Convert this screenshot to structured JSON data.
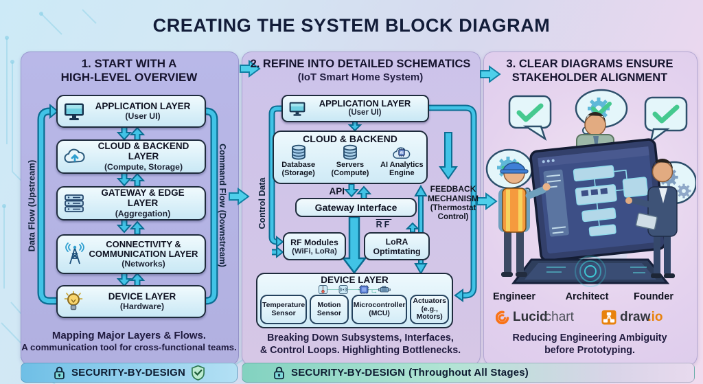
{
  "title": "CREATING THE SYSTEM BLOCK DIAGRAM",
  "colors": {
    "arrow_fill": "#41c3e6",
    "arrow_outline": "#0a6d92",
    "box_border": "#1e2b3c",
    "title_color": "#121c38",
    "lucidchart_orange": "#f97316",
    "drawio_orange": "#e8820c",
    "security_bar_blue": "#6fbfe6",
    "security_bar_green": "#82d2c0"
  },
  "panel1": {
    "heading_line1": "1. START WITH A",
    "heading_line2": "HIGH-LEVEL OVERVIEW",
    "left_flow_label": "Data Flow (Upstream)",
    "right_flow_label": "Command Flow (Downstream)",
    "layers": [
      {
        "title": "APPLICATION LAYER",
        "subtitle": "(User UI)",
        "icon": "monitor-icon"
      },
      {
        "title": "CLOUD & BACKEND LAYER",
        "subtitle": "(Compute, Storage)",
        "icon": "cloud-upload-icon"
      },
      {
        "title": "GATEWAY & EDGE LAYER",
        "subtitle": "(Aggregation)",
        "icon": "server-stack-icon"
      },
      {
        "title": "CONNECTIVITY & COMMUNICATION LAYER",
        "subtitle": "(Networks)",
        "icon": "antenna-icon"
      },
      {
        "title": "DEVICE LAYER",
        "subtitle": "(Hardware)",
        "icon": "lightbulb-icon"
      }
    ],
    "caption_line1": "Mapping Major Layers & Flows.",
    "caption_line2": "A communication tool for cross-functional teams."
  },
  "panel2": {
    "heading_line1": "2. REFINE INTO DETAILED SCHEMATICS",
    "heading_line2": "(IoT Smart Home System)",
    "control_data_label": "Control Data",
    "app_layer": {
      "title": "APPLICATION LAYER",
      "subtitle": "(User UI)",
      "icon": "monitor-icon"
    },
    "cloud_backend": {
      "title": "CLOUD & BACKEND",
      "items": [
        {
          "line1": "Database",
          "line2": "(Storage)",
          "icon": "database-icon"
        },
        {
          "line1": "Servers",
          "line2": "(Compute)",
          "icon": "servers-icon"
        },
        {
          "line1": "AI Analytics",
          "line2": "Engine",
          "icon": "ai-chip-cloud-icon"
        }
      ]
    },
    "api_label": "API",
    "gateway_label": "Gateway Interface",
    "rf_label": "RF",
    "feedback_lines": [
      "FEEDBACK",
      "MECHANISM",
      "(Thermostat",
      "Control)"
    ],
    "rf_modules": {
      "line1": "RF Modules",
      "line2": "(WiFi, LoRa)"
    },
    "lora": {
      "line1": "LoRA",
      "line2": "Optimtating"
    },
    "device_layer": {
      "title": "DEVICE LAYER",
      "items": [
        {
          "line1": "Temperature",
          "line2": "Sensor",
          "icon": "thermometer-icon"
        },
        {
          "line1": "Motion",
          "line2": "Sensor",
          "icon": "motion-sensor-icon"
        },
        {
          "line1": "Microcontroller",
          "line2": "(MCU)",
          "icon": "microchip-icon"
        },
        {
          "line1": "Actuators",
          "line2": "(e.g., Motors)",
          "icon": "motor-icon"
        }
      ]
    },
    "caption_line1": "Breaking Down Subsystems, Interfaces,",
    "caption_line2": "& Control Loops. Highlighting Bottlenecks."
  },
  "panel3": {
    "heading_line1": "3. CLEAR DIAGRAMS ENSURE",
    "heading_line2": "STAKEHOLDER ALIGNMENT",
    "roles": [
      "Engineer",
      "Architect",
      "Founder"
    ],
    "logos": {
      "lucidchart_bold": "Lucid",
      "lucidchart_light": "chart",
      "drawio_dark": "draw",
      "drawio_accent": ".io"
    },
    "caption_line1": "Reducing Engineering Ambiguity",
    "caption_line2": "before Prototyping."
  },
  "security_bars": [
    {
      "label": "SECURITY-BY-DESIGN",
      "suffix": ""
    },
    {
      "label": "SECURITY-BY-DESIGN",
      "suffix": "(Throughout All Stages)"
    }
  ]
}
